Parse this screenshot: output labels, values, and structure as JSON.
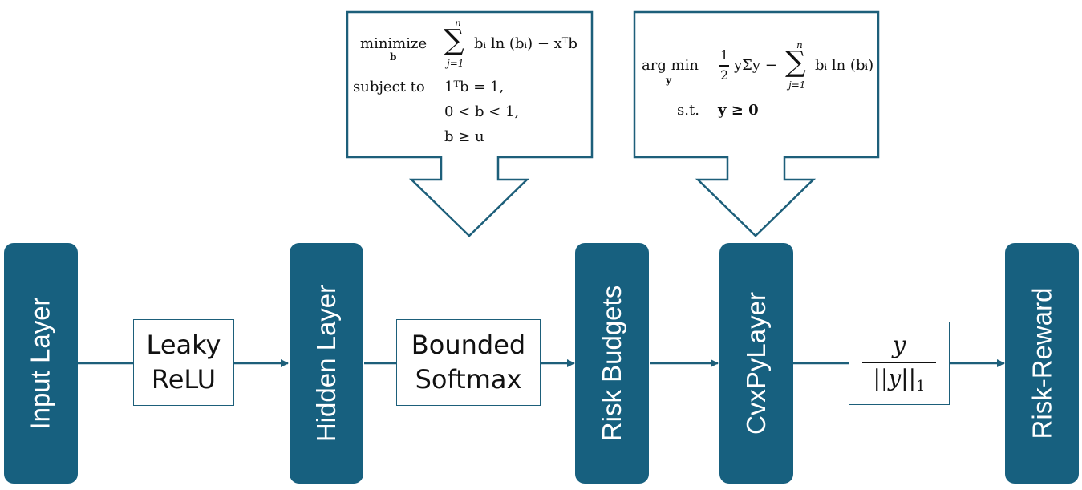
{
  "layers": [
    {
      "id": "input",
      "label": "Input Layer"
    },
    {
      "id": "hidden",
      "label": "Hidden Layer"
    },
    {
      "id": "risk_budgets",
      "label": "Risk Budgets"
    },
    {
      "id": "cvxpy",
      "label": "CvxPyLayer"
    },
    {
      "id": "risk_reward",
      "label": "Risk-Reward"
    }
  ],
  "operations": {
    "activation": {
      "line1": "Leaky",
      "line2": "ReLU"
    },
    "softmax": {
      "line1": "Bounded",
      "line2": "Softmax"
    },
    "normalize": {
      "numerator": "y",
      "denominator": "||y||",
      "subscript": "1"
    }
  },
  "callouts": {
    "left": {
      "minimize": "minimize",
      "min_var": "b",
      "sum_upper": "n",
      "sum_lower": "j=1",
      "objective": "bᵢ ln (bᵢ) − xᵀb",
      "subject_to": "subject to",
      "c1": "1ᵀb = 1,",
      "c2": "0 < b < 1,",
      "c3": "b ≥ u"
    },
    "right": {
      "argmin": "arg min",
      "argmin_var": "y",
      "half_num": "1",
      "half_den": "2",
      "quad": "yΣy −",
      "sum_upper": "n",
      "sum_lower": "j=1",
      "objective": "bᵢ ln (bᵢ)",
      "st": "s.t.",
      "constraint": "y ≥ 0"
    }
  },
  "colors": {
    "layer_fill": "#17607f",
    "stroke": "#1d5f7a"
  }
}
